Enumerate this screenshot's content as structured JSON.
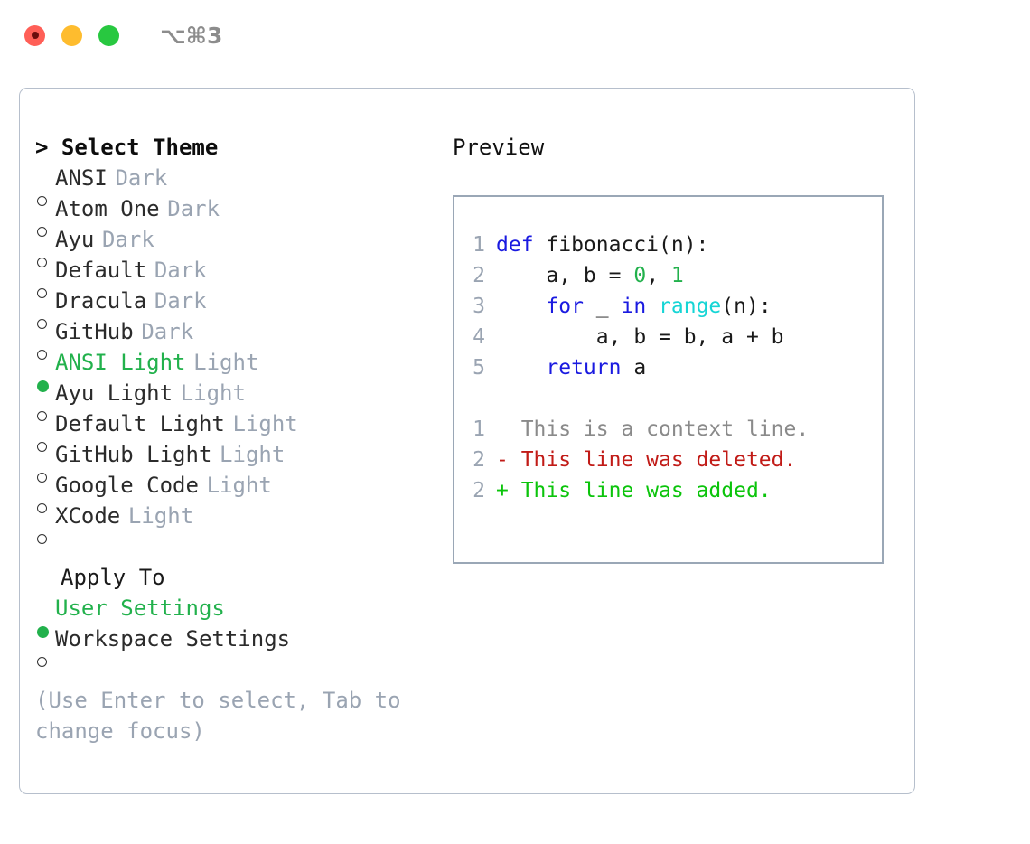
{
  "titlebar": {
    "shortcut": "⌥⌘3",
    "buttons": [
      {
        "name": "close",
        "color": "#ff5f57"
      },
      {
        "name": "minimize",
        "color": "#febc2e"
      },
      {
        "name": "zoom",
        "color": "#28c840"
      }
    ]
  },
  "theme_panel": {
    "header": "> Select Theme",
    "items": [
      {
        "marker": "○",
        "selected": false,
        "name": "ANSI",
        "variant": "Dark"
      },
      {
        "marker": "○",
        "selected": false,
        "name": "Atom One",
        "variant": "Dark"
      },
      {
        "marker": "○",
        "selected": false,
        "name": "Ayu",
        "variant": "Dark"
      },
      {
        "marker": "○",
        "selected": false,
        "name": "Default",
        "variant": "Dark"
      },
      {
        "marker": "○",
        "selected": false,
        "name": "Dracula",
        "variant": "Dark"
      },
      {
        "marker": "○",
        "selected": false,
        "name": "GitHub",
        "variant": "Dark"
      },
      {
        "marker": "●",
        "selected": true,
        "name": "ANSI Light",
        "variant": "Light"
      },
      {
        "marker": "○",
        "selected": false,
        "name": "Ayu Light",
        "variant": "Light"
      },
      {
        "marker": "○",
        "selected": false,
        "name": "Default Light",
        "variant": "Light"
      },
      {
        "marker": "○",
        "selected": false,
        "name": "GitHub Light",
        "variant": "Light"
      },
      {
        "marker": "○",
        "selected": false,
        "name": "Google Code",
        "variant": "Light"
      },
      {
        "marker": "○",
        "selected": false,
        "name": "XCode",
        "variant": "Light"
      }
    ]
  },
  "apply_to": {
    "header": "Apply To",
    "options": [
      {
        "marker": "●",
        "selected": true,
        "label": "User Settings"
      },
      {
        "marker": "○",
        "selected": false,
        "label": "Workspace Settings"
      }
    ]
  },
  "hint": "(Use Enter to select, Tab to change focus)",
  "preview": {
    "header": "Preview",
    "code_lines": [
      {
        "num": "1",
        "tokens": [
          {
            "t": "def",
            "c": "kw"
          },
          {
            "t": " fibonacci(n):",
            "c": "plain"
          }
        ]
      },
      {
        "num": "2",
        "tokens": [
          {
            "t": "    a, b = ",
            "c": "plain"
          },
          {
            "t": "0",
            "c": "num"
          },
          {
            "t": ", ",
            "c": "plain"
          },
          {
            "t": "1",
            "c": "num"
          }
        ]
      },
      {
        "num": "3",
        "tokens": [
          {
            "t": "    ",
            "c": "plain"
          },
          {
            "t": "for",
            "c": "kw"
          },
          {
            "t": " _ ",
            "c": "plain"
          },
          {
            "t": "in",
            "c": "kw"
          },
          {
            "t": " ",
            "c": "plain"
          },
          {
            "t": "range",
            "c": "fn"
          },
          {
            "t": "(n):",
            "c": "plain"
          }
        ]
      },
      {
        "num": "4",
        "tokens": [
          {
            "t": "        a, b = b, a + b",
            "c": "plain"
          }
        ]
      },
      {
        "num": "5",
        "tokens": [
          {
            "t": "    ",
            "c": "plain"
          },
          {
            "t": "return",
            "c": "kw"
          },
          {
            "t": " a",
            "c": "plain"
          }
        ]
      }
    ],
    "diff_lines": [
      {
        "num": "1",
        "kind": "context",
        "text": "  This is a context line."
      },
      {
        "num": "2",
        "kind": "del",
        "text": "- This line was deleted."
      },
      {
        "num": "2",
        "kind": "add",
        "text": "+ This line was added."
      }
    ]
  },
  "colors": {
    "accent_green": "#22b14c",
    "muted_grey": "#9aa4b2",
    "keyword_blue": "#1a1ae0",
    "function_cyan": "#16d5d5",
    "diff_deleted": "#c11b17",
    "diff_added": "#0bc40b",
    "border": "#b6bfcc"
  }
}
